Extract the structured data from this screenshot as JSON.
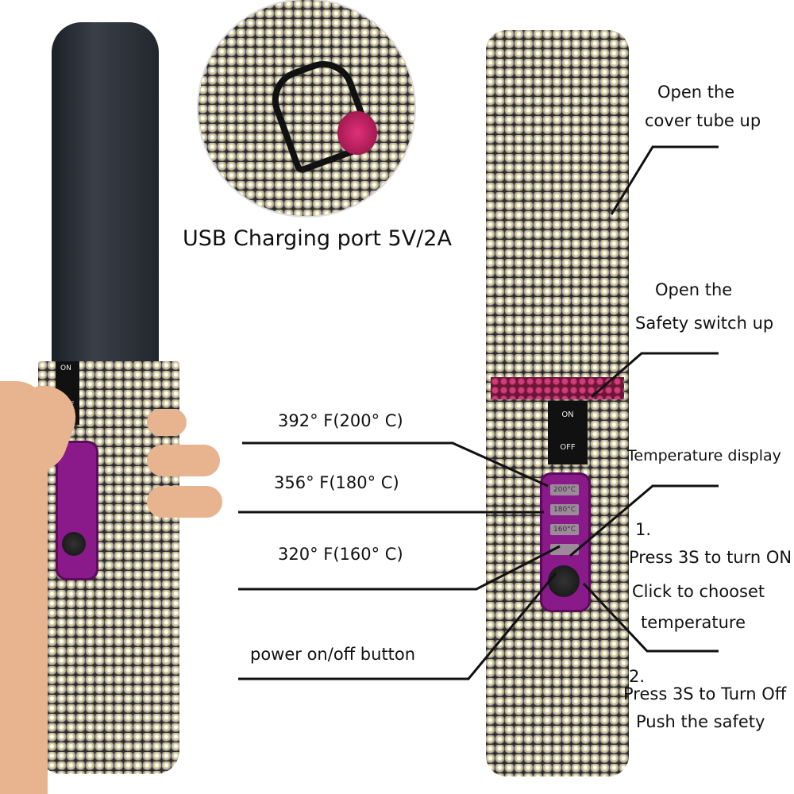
{
  "inset_caption": "USB Charging port 5V/2A",
  "device_labels": {
    "on": "ON",
    "off": "OFF",
    "temps": [
      "200°C",
      "180°C",
      "160°C"
    ]
  },
  "annotations": {
    "cover_tube": [
      "Open the",
      "cover tube up"
    ],
    "safety_switch": [
      "Open the",
      "Safety switch up"
    ],
    "temperature_display": "Temperature display",
    "temp_392": "392° F(200° C)",
    "temp_356": "356° F(180° C)",
    "temp_320": "320° F(160° C)",
    "power_button": "power on/off button",
    "step1": [
      "1.",
      "Press 3S to turn ON",
      "Click to chooset",
      "temperature"
    ],
    "step2": [
      "2.",
      "Press 3S to Turn Off",
      "Push the safety"
    ]
  },
  "colors": {
    "accent_pink": "#8a1a8a",
    "text": "#111111"
  }
}
